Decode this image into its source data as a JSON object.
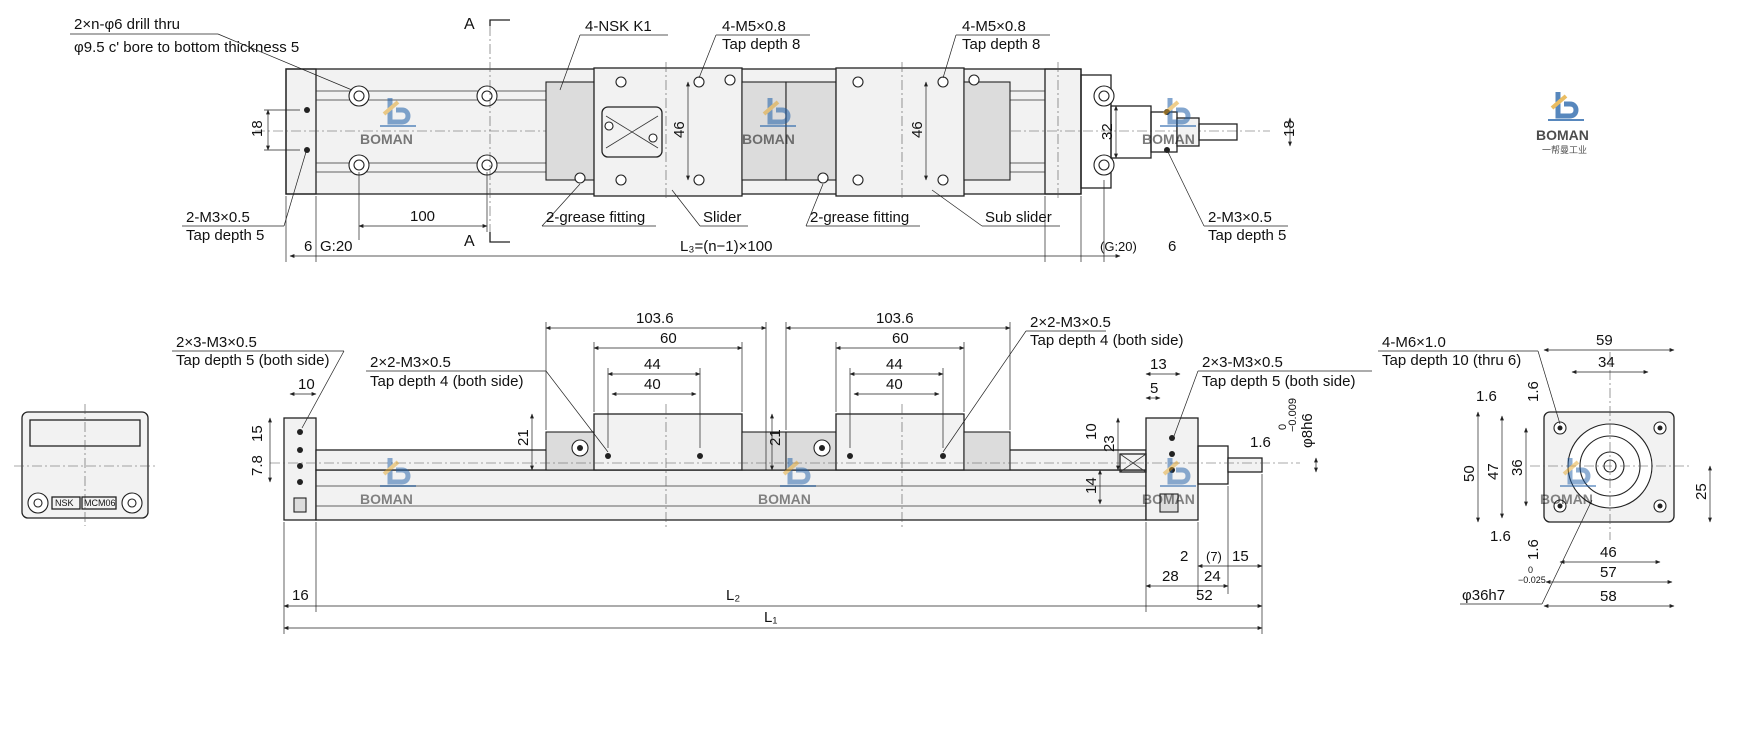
{
  "callouts": {
    "drill": "2×n-φ6 drill thru",
    "bore": "φ9.5 c' bore to bottom thickness 5",
    "section_mark": "A",
    "nsk_k1": "4-NSK K1",
    "m5_left_1": "4-M5×0.8",
    "m5_left_2": "Tap depth 8",
    "m5_right_1": "4-M5×0.8",
    "m5_right_2": "Tap depth 8",
    "m3_left_1": "2-M3×0.5",
    "m3_left_2": "Tap depth 5",
    "m3_right_1": "2-M3×0.5",
    "m3_right_2": "Tap depth 5",
    "grease_left": "2-grease fitting",
    "slider": "Slider",
    "grease_right": "2-grease fitting",
    "sub_slider": "Sub slider",
    "front_3m3_left_1": "2×3-M3×0.5",
    "front_3m3_left_2": "Tap depth 5 (both side)",
    "front_2m3_left_1": "2×2-M3×0.5",
    "front_2m3_left_2": "Tap depth 4 (both side)",
    "front_2m3_right_1": "2×2-M3×0.5",
    "front_2m3_right_2": "Tap depth 4 (both side)",
    "front_3m3_right_1": "2×3-M3×0.5",
    "front_3m3_right_2": "Tap depth 5 (both side)",
    "m6_1": "4-M6×1.0",
    "m6_2": "Tap depth 10 (thru 6)",
    "shaft_fit": "φ8h6",
    "shaft_tol_upper": "0",
    "shaft_tol_lower": "−0.009",
    "pilot_fit": "φ36h7",
    "pilot_tol_upper": "0",
    "pilot_tol_lower": "−0.025"
  },
  "dimensions": {
    "top_18_left": "18",
    "top_18_right": "18",
    "top_46_a": "46",
    "top_46_b": "46",
    "top_32": "32",
    "pitch_100": "100",
    "d6_left": "6",
    "g20": "G:20",
    "l3": "L₃=(n−1)×100",
    "g20_right": "(G:20)",
    "d6_right": "6",
    "d103_a": "103.6",
    "d60_a": "60",
    "d44_a": "44",
    "d40_a": "40",
    "d103_b": "103.6",
    "d60_b": "60",
    "d44_b": "44",
    "d40_b": "40",
    "d10_top": "10",
    "d15": "15",
    "d7_8": "7.8",
    "d21_a": "21",
    "d21_b": "21",
    "d13": "13",
    "d5": "5",
    "d10_r": "10",
    "d23": "23",
    "d14": "14",
    "d1_6_front": "1.6",
    "d2": "2",
    "d7": "(7)",
    "d15_b": "15",
    "d28": "28",
    "d24": "24",
    "d16": "16",
    "l2": "L₂",
    "d52": "52",
    "l1": "L₁",
    "s59": "59",
    "s34": "34",
    "s1_6_a": "1.6",
    "s1_6_b": "1.6",
    "s50": "50",
    "s47": "47",
    "s36": "36",
    "s25": "25",
    "s1_6_c": "1.6",
    "s1_6_d": "1.6",
    "s46": "46",
    "s57": "57",
    "s58": "58"
  },
  "end_view": {
    "nameplate": "NSK",
    "model": "MCM06"
  },
  "watermark": {
    "brand": "BOMAN",
    "sub": "一帮曼工业"
  },
  "colors": {
    "line": "#222222",
    "body": "#f2f2f2",
    "logo_blue": "#1f5fa8",
    "logo_gold": "#e3a72f"
  }
}
